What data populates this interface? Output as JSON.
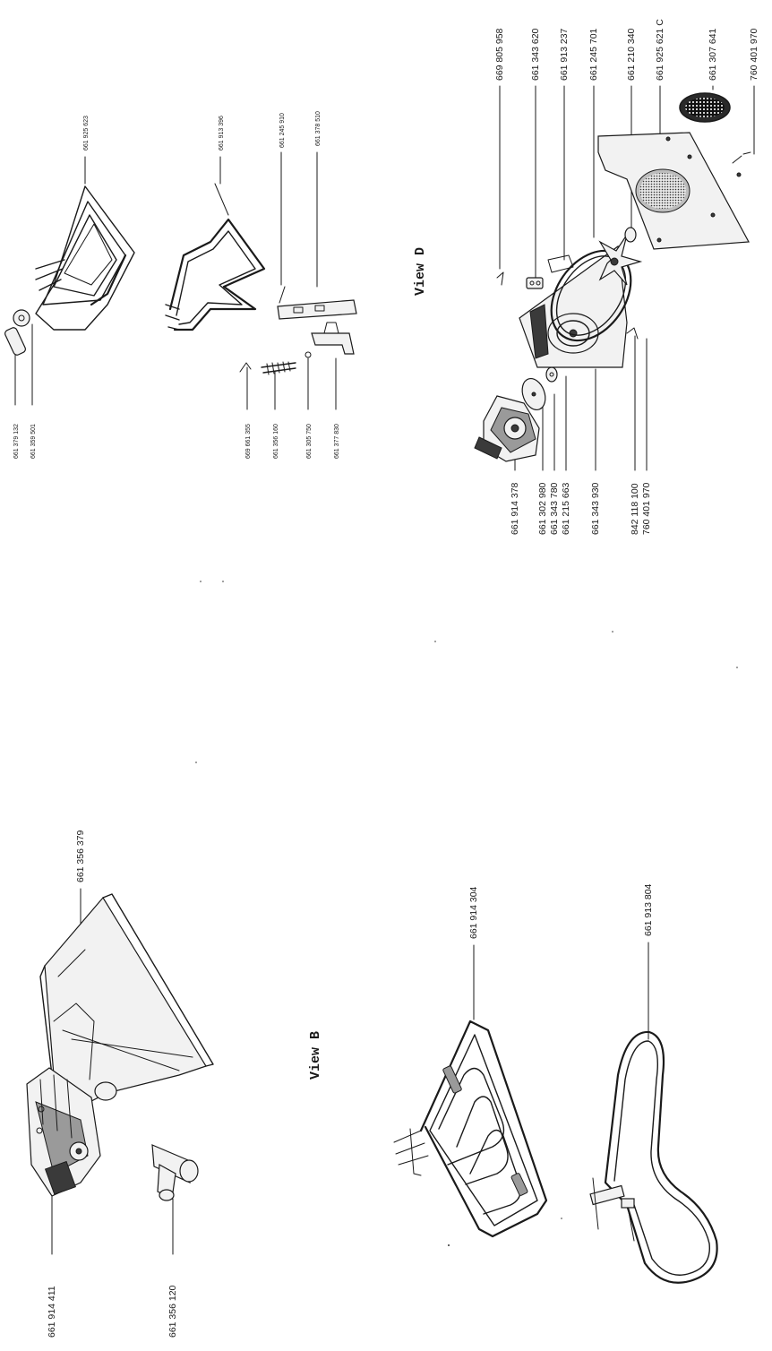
{
  "views": {
    "view_b": "View B",
    "view_d": "View D"
  },
  "parts": {
    "p_661379132": "661 379 132",
    "p_661359501": "661 359 501",
    "p_661925623": "661 925 623",
    "p_661913396": "661 913 396",
    "p_661245910": "661 245 910",
    "p_661378510": "661 378 510",
    "p_669661355": "669 661 355",
    "p_661356160": "661 356 160",
    "p_661305750": "661 305 750",
    "p_661377830": "661 377 830",
    "p_669805958": "669 805 958",
    "p_661343620": "661 343 620",
    "p_661913237": "661 913 237",
    "p_661245701": "661 245 701",
    "p_661210340": "661 210 340",
    "p_661925621c": "661 925 621 C",
    "p_661307641": "661 307 641",
    "p_760401970_top": "760 401 970",
    "p_661914378": "661 914 378",
    "p_661302980": "661 302 980",
    "p_661343780": "661 343 780",
    "p_661215663": "661 215 663",
    "p_661343930": "661 343 930",
    "p_842118100": "842 118 100",
    "p_760401970": "760 401 970",
    "p_661356379": "661 356 379",
    "p_661914304": "661 914 304",
    "p_661913804": "661 913 804",
    "p_661914411": "661 914 411",
    "p_661356120": "661 356 120"
  }
}
